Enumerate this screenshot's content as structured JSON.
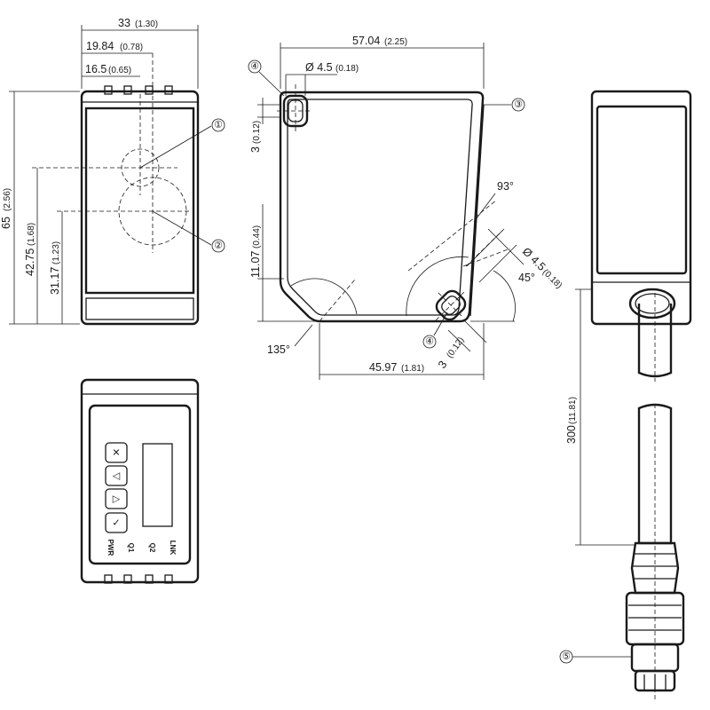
{
  "front_view": {
    "width": {
      "mm": "33",
      "in": "(1.30)"
    },
    "pin_offset_1": {
      "mm": "19.84",
      "in": "(0.78)"
    },
    "pin_offset_2": {
      "mm": "16.5",
      "in": "(0.65)"
    },
    "height": {
      "mm": "65",
      "in": "(2.56)"
    },
    "axis_1_height": {
      "mm": "42.75",
      "in": "(1.68)"
    },
    "axis_2_height": {
      "mm": "31.17",
      "in": "(1.23)"
    },
    "callouts": [
      "①",
      "②"
    ]
  },
  "side_view": {
    "width": {
      "mm": "57.04",
      "in": "(2.25)"
    },
    "hole_diameter_top": {
      "label": "Ø 4.5",
      "in": "(0.18)"
    },
    "hole_offset_top": {
      "mm": "3",
      "in": "(0.12)"
    },
    "lower_height": {
      "mm": "11.07",
      "in": "(0.44)"
    },
    "angle_top_right": "93°",
    "hole_diameter_bottom": {
      "label": "Ø 4.5",
      "in": "(0.18)"
    },
    "angle_right": "45°",
    "hole_offset_bottom": {
      "mm": "3",
      "in": "(0.12)"
    },
    "angle_bottom_left": "135°",
    "bottom_width": {
      "mm": "45.97",
      "in": "(1.81)"
    },
    "callouts": [
      "④",
      "③",
      "④"
    ]
  },
  "cable_view": {
    "cable_length": {
      "mm": "300",
      "in": "(11.81)"
    },
    "callout": "⑤"
  },
  "control_panel": {
    "buttons": [
      {
        "name": "cancel",
        "glyph": "✕"
      },
      {
        "name": "left",
        "glyph": "◁"
      },
      {
        "name": "right",
        "glyph": "▷"
      },
      {
        "name": "confirm",
        "glyph": "✓"
      }
    ],
    "leds": [
      "PWR",
      "Q1",
      "Q2",
      "LNK"
    ]
  }
}
